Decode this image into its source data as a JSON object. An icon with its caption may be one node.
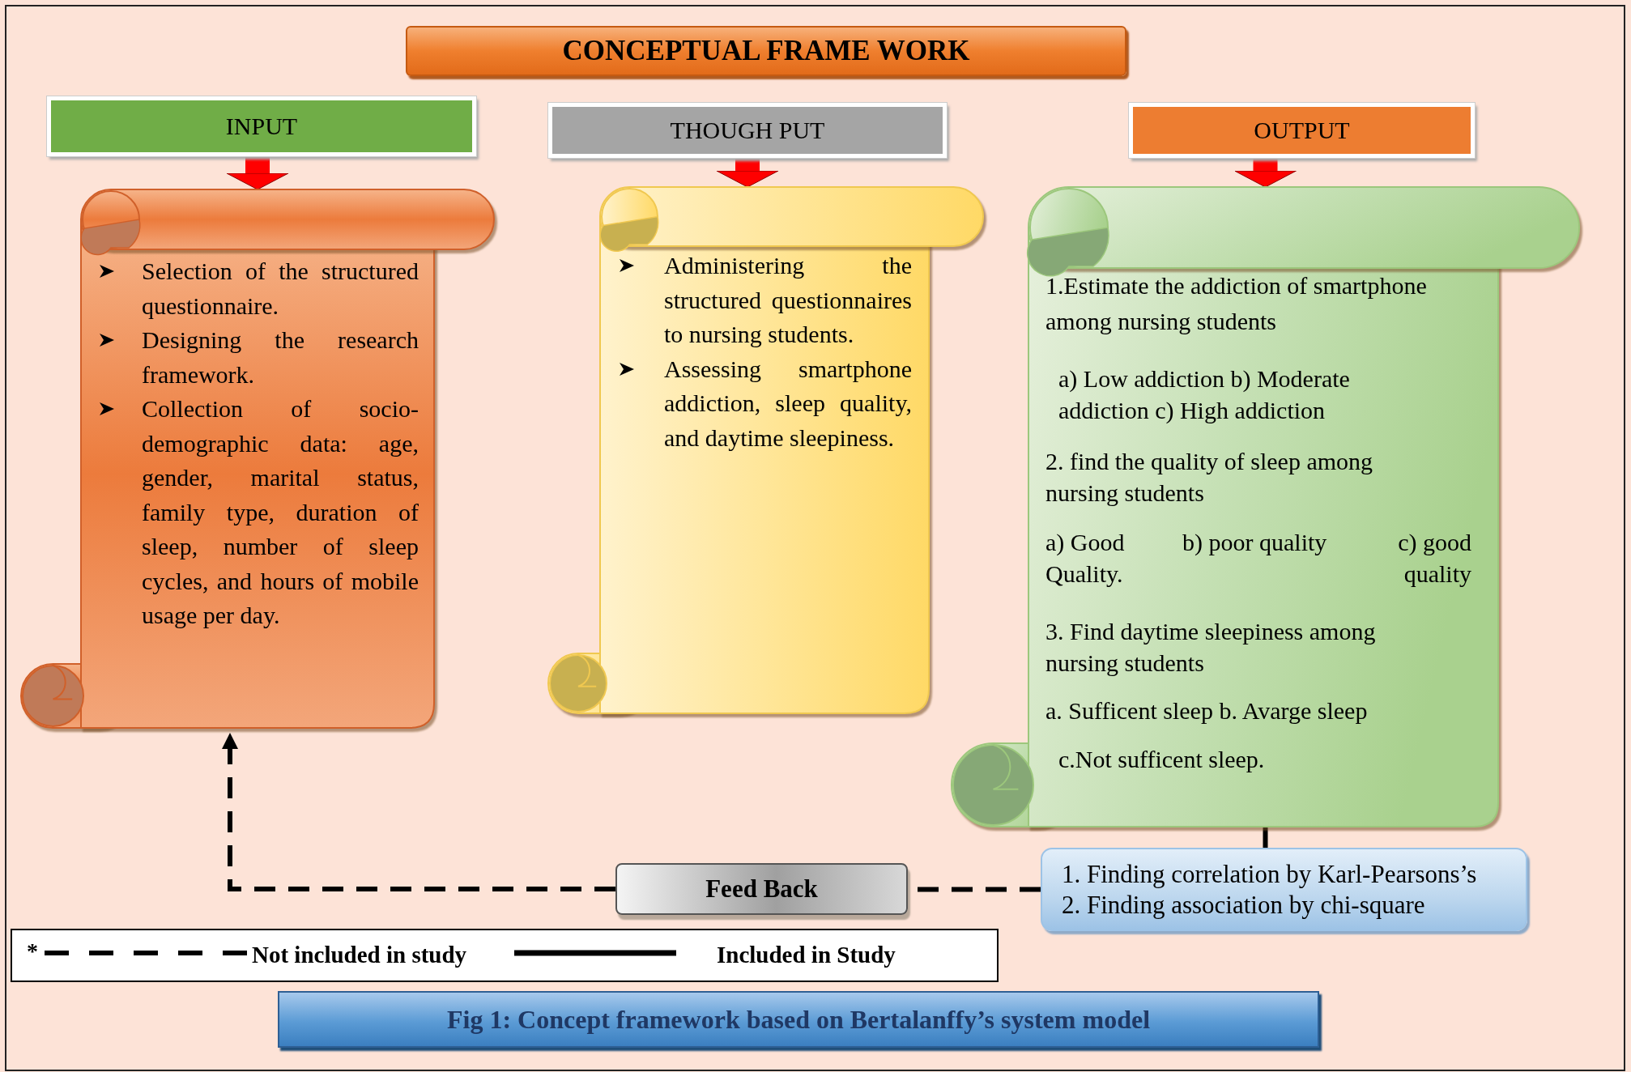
{
  "diagram": {
    "title": "CONCEPTUAL FRAME WORK",
    "caption": "Fig 1:  Concept framework based on Bertalanffy’s system model",
    "nodes": [
      {
        "text": [
          "INPUT"
        ]
      },
      {
        "text": [
          "THOUGH PUT"
        ]
      },
      {
        "text": [
          "OUTPUT"
        ]
      },
      {
        "text": [
          "Selection of the structured questionnaire.",
          "Designing the research framework.",
          "Collection of socio-demographic data: age, gender, marital status, family type, duration of sleep, number of sleep cycles, and hours of mobile usage per day."
        ]
      },
      {
        "text": [
          "Administering the structured questionnaires to nursing students.",
          "Assessing smartphone addiction, sleep quality, and daytime sleepiness."
        ]
      },
      {
        "text": [
          "1.Estimate the addiction of smartphone among nursing students",
          "a) Low addiction b) Moderate addiction c) High addiction",
          "2. find the quality of sleep among nursing students",
          "a) Good Quality.",
          "b) poor quality",
          "c) good quality",
          "3. Find daytime sleepiness among nursing students",
          "a. Sufficent sleep b. Avarge sleep",
          "c.Not sufficent sleep."
        ]
      },
      {
        "text": [
          "Feed Back"
        ]
      },
      {
        "text": [
          "1. Finding correlation by Karl-Pearsons’s",
          "2. Finding association by chi-square"
        ]
      }
    ],
    "edges": [
      {
        "from": 0,
        "to": 3,
        "arrow": "to",
        "style": "thick",
        "color": "#ff0000"
      },
      {
        "from": 1,
        "to": 4,
        "arrow": "to",
        "style": "thick",
        "color": "#ff0000"
      },
      {
        "from": 2,
        "to": 5,
        "arrow": "to",
        "style": "thick",
        "color": "#ff0000"
      },
      {
        "from": 5,
        "to": 7,
        "arrow": "none",
        "color": "#000000"
      },
      {
        "from": 7,
        "to": 6,
        "arrow": "none",
        "style": "dashed",
        "color": "#000000"
      },
      {
        "from": 6,
        "to": 3,
        "arrow": "to",
        "style": "dashed",
        "color": "#000000"
      }
    ],
    "labels": [
      "*"
    ],
    "legend": [
      {
        "text": "Not included in study"
      },
      {
        "text": "Included in Study"
      }
    ]
  }
}
